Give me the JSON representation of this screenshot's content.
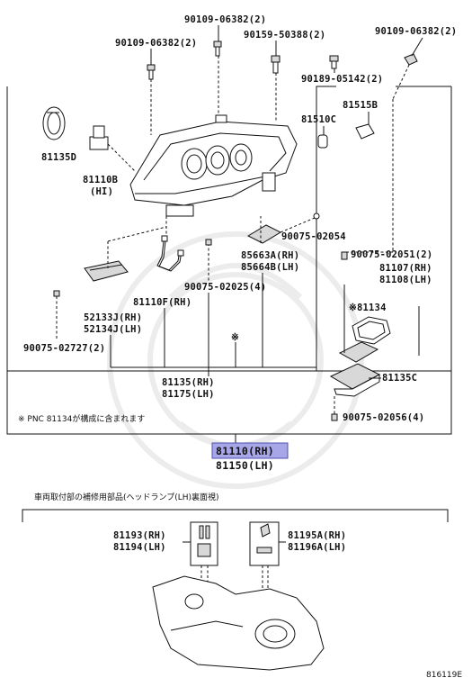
{
  "diagram": {
    "figure_id": "816119E",
    "note_text": "※ PNC 81134が構成に含まれます",
    "lower_section_title": "車両取付部の補修用部品(ヘッドランプ(LH)裏面視)",
    "asterisk_mark": "※",
    "labels": {
      "p90109_06382_top": "90109-06382(2)",
      "p90109_06382_left": "90109-06382(2)",
      "p90159_50388": "90159-50388(2)",
      "p90109_06382_right": "90109-06382(2)",
      "p90189_05142": "90189-05142(2)",
      "p81515b": "81515B",
      "p81510c": "81510C",
      "p81135d": "81135D",
      "p81110b": "81110B",
      "p81110b_sub": "(HI)",
      "p90075_02054": "90075-02054",
      "p90075_02051": "90075-02051(2)",
      "p85663a": "85663A(RH)",
      "p85664b": "85664B(LH)",
      "p81107": "81107(RH)",
      "p81108": "81108(LH)",
      "p90075_02025": "90075-02025(4)",
      "p81110f": "81110F(RH)",
      "p81134": "※81134",
      "p52133j": "52133J(RH)",
      "p52134j": "52134J(LH)",
      "p90075_02727": "90075-02727(2)",
      "p81135c": "81135C",
      "p81135": "81135(RH)",
      "p81175": "81175(LH)",
      "p90075_02056": "90075-02056(4)",
      "p81110": "81110(RH)",
      "p81150": "81150(LH)",
      "p81193": "81193(RH)",
      "p81194": "81194(LH)",
      "p81195a": "81195A(RH)",
      "p81196a": "81196A(LH)"
    }
  }
}
